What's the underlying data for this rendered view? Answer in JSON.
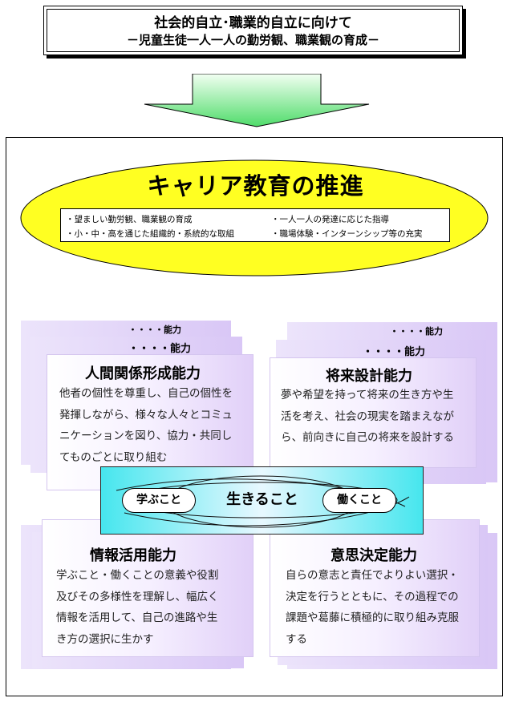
{
  "title": {
    "line1": "社会的自立･職業的自立に向けて",
    "line2": "－児童生徒一人一人の勤労観、職業観の育成－"
  },
  "career": {
    "heading": "キャリア教育の推進",
    "bullets": [
      "・望ましい勤労観、職業観の育成",
      "・一人一人の発達に応じた指導",
      "・小・中・高を通じた組織的・系統的な取組",
      "・職場体験・インターンシップ等の充実"
    ]
  },
  "abilities": {
    "human": {
      "back_label": "・・・・能力",
      "mid_label": "・・・・能力",
      "title": "人間関係形成能力",
      "lines": [
        "他者の個性を尊重し、自己の個性を",
        "発揮しながら、様々な人々とコミュ",
        "ニケーションを図り、協力・共同し",
        "てものごとに取り組む"
      ]
    },
    "future": {
      "back_label": "・・・・能力",
      "mid_label": "・・・・能力",
      "title": "将来設計能力",
      "lines": [
        "夢や希望を持って将来の生き方や生",
        "活を考え、社会の現実を踏まえなが",
        "ら、前向きに自己の将来を設計する"
      ]
    },
    "info": {
      "title": "情報活用能力",
      "lines": [
        "学ぶこと・働くことの意義や役割",
        "及びその多様性を理解し、幅広く",
        "情報を活用して、自己の進路や生",
        "き方の選択に生かす"
      ]
    },
    "decision": {
      "title": "意思決定能力",
      "lines": [
        "自らの意志と責任でよりよい選択・",
        "決定を行うとともに、その過程での",
        "課題や葛藤に積極的に取り組み克服",
        "する"
      ]
    }
  },
  "center": {
    "left": "学ぶこと",
    "main": "生きること",
    "right": "働くこと"
  },
  "colors": {
    "ellipse": "#ffff22",
    "arrow_top": "#f2fff2",
    "arrow_bottom": "#4fdc6a",
    "card_purple": "#d9c7f6",
    "center_cyan": "#46e6ee"
  }
}
